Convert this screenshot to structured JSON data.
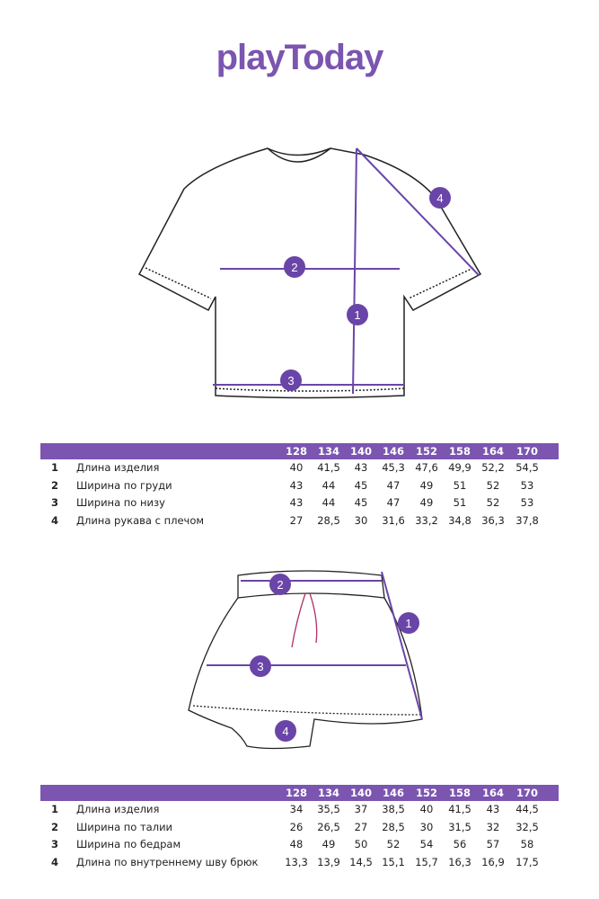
{
  "brand": "playToday",
  "accent": "#7b55b0",
  "top_markers": [
    "1",
    "2",
    "3",
    "4"
  ],
  "shorts_markers": [
    "1",
    "2",
    "3",
    "4"
  ],
  "top_table": {
    "sizes": [
      "128",
      "134",
      "140",
      "146",
      "152",
      "158",
      "164",
      "170"
    ],
    "rows": [
      {
        "num": "1",
        "label": "Длина изделия",
        "values": [
          "40",
          "41,5",
          "43",
          "45,3",
          "47,6",
          "49,9",
          "52,2",
          "54,5"
        ]
      },
      {
        "num": "2",
        "label": "Ширина по груди",
        "values": [
          "43",
          "44",
          "45",
          "47",
          "49",
          "51",
          "52",
          "53"
        ]
      },
      {
        "num": "3",
        "label": "Ширина по низу",
        "values": [
          "43",
          "44",
          "45",
          "47",
          "49",
          "51",
          "52",
          "53"
        ]
      },
      {
        "num": "4",
        "label": "Длина рукава с плечом",
        "values": [
          "27",
          "28,5",
          "30",
          "31,6",
          "33,2",
          "34,8",
          "36,3",
          "37,8"
        ]
      }
    ]
  },
  "shorts_table": {
    "sizes": [
      "128",
      "134",
      "140",
      "146",
      "152",
      "158",
      "164",
      "170"
    ],
    "rows": [
      {
        "num": "1",
        "label": "Длина изделия",
        "values": [
          "34",
          "35,5",
          "37",
          "38,5",
          "40",
          "41,5",
          "43",
          "44,5"
        ]
      },
      {
        "num": "2",
        "label": "Ширина по талии",
        "values": [
          "26",
          "26,5",
          "27",
          "28,5",
          "30",
          "31,5",
          "32",
          "32,5"
        ]
      },
      {
        "num": "3",
        "label": "Ширина по бедрам",
        "values": [
          "48",
          "49",
          "50",
          "52",
          "54",
          "56",
          "57",
          "58"
        ]
      },
      {
        "num": "4",
        "label": "Длина по внутреннему шву брюк",
        "values": [
          "13,3",
          "13,9",
          "14,5",
          "15,1",
          "15,7",
          "16,3",
          "16,9",
          "17,5"
        ]
      }
    ]
  }
}
